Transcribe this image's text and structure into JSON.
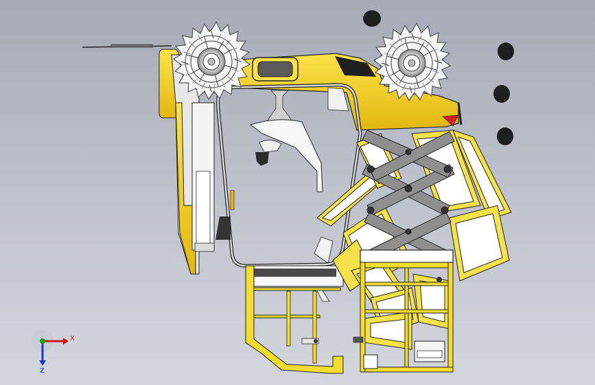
{
  "viewport": {
    "background_top": "#a6aab6",
    "background_bottom": "#d4d6dd"
  },
  "colors": {
    "body_yellow": "#f5d21c",
    "frame_yellow": "#f2dc2e",
    "outline": "#202020",
    "dark_gray": "#4a4a4a",
    "light_gray": "#e9e9e9",
    "red_accent": "#d92020",
    "axis_x": "#d01818",
    "axis_y": "#18a018",
    "axis_z": "#1838c8"
  },
  "triad": {
    "x_label": "X",
    "z_label": "Z"
  },
  "parts": {
    "wheels": "cutter-drum-icon",
    "cab": "operator-cab",
    "scissor_lift": "scissor-lift-mechanism",
    "frames": "folding-platform-frames",
    "base": "support-base-frame"
  }
}
